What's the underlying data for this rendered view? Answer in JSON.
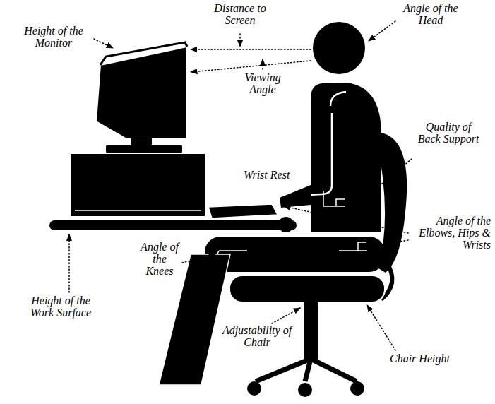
{
  "diagram": {
    "labels": [
      "Distance to Screen",
      "Angle of the Head",
      "Height of the Monitor",
      "Viewing Angle",
      "Wrist Rest",
      "Quality of Back Support",
      "Angle of the Elbows, Hips & Wrists",
      "Angle of the Knees",
      "Height of the Work Surface",
      "Adjustability of Chair",
      "Chair Height"
    ]
  }
}
